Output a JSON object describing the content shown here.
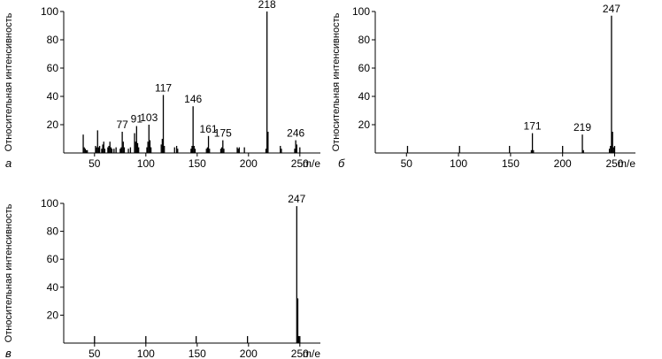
{
  "chart_data": [
    {
      "type": "bar",
      "panel_letter": "a",
      "xlabel": "m/e",
      "ylabel": "Относительная интенсивность",
      "xlim": [
        20,
        270
      ],
      "ylim": [
        0,
        100
      ],
      "xticks": [
        50,
        100,
        150,
        200,
        250
      ],
      "yticks": [
        20,
        40,
        60,
        80,
        100
      ],
      "peaks": [
        {
          "x": 39,
          "y": 13
        },
        {
          "x": 40,
          "y": 4
        },
        {
          "x": 41,
          "y": 3
        },
        {
          "x": 42,
          "y": 2
        },
        {
          "x": 43,
          "y": 2
        },
        {
          "x": 51,
          "y": 5
        },
        {
          "x": 52,
          "y": 4
        },
        {
          "x": 53,
          "y": 16
        },
        {
          "x": 54,
          "y": 4
        },
        {
          "x": 55,
          "y": 5
        },
        {
          "x": 57,
          "y": 3
        },
        {
          "x": 58,
          "y": 6
        },
        {
          "x": 59,
          "y": 8
        },
        {
          "x": 60,
          "y": 3
        },
        {
          "x": 63,
          "y": 4
        },
        {
          "x": 64,
          "y": 5
        },
        {
          "x": 65,
          "y": 8
        },
        {
          "x": 66,
          "y": 4
        },
        {
          "x": 67,
          "y": 3
        },
        {
          "x": 69,
          "y": 3
        },
        {
          "x": 71,
          "y": 4
        },
        {
          "x": 75,
          "y": 3
        },
        {
          "x": 76,
          "y": 4
        },
        {
          "x": 77,
          "y": 15
        },
        {
          "x": 78,
          "y": 8
        },
        {
          "x": 79,
          "y": 4
        },
        {
          "x": 83,
          "y": 3
        },
        {
          "x": 85,
          "y": 4
        },
        {
          "x": 89,
          "y": 14
        },
        {
          "x": 90,
          "y": 8
        },
        {
          "x": 91,
          "y": 19
        },
        {
          "x": 92,
          "y": 7
        },
        {
          "x": 93,
          "y": 4
        },
        {
          "x": 101,
          "y": 4
        },
        {
          "x": 102,
          "y": 8
        },
        {
          "x": 103,
          "y": 20
        },
        {
          "x": 104,
          "y": 9
        },
        {
          "x": 105,
          "y": 4
        },
        {
          "x": 115,
          "y": 6
        },
        {
          "x": 116,
          "y": 10
        },
        {
          "x": 117,
          "y": 41
        },
        {
          "x": 118,
          "y": 5
        },
        {
          "x": 128,
          "y": 4
        },
        {
          "x": 130,
          "y": 5
        },
        {
          "x": 131,
          "y": 3
        },
        {
          "x": 144,
          "y": 3
        },
        {
          "x": 145,
          "y": 5
        },
        {
          "x": 146,
          "y": 33
        },
        {
          "x": 147,
          "y": 5
        },
        {
          "x": 148,
          "y": 3
        },
        {
          "x": 159,
          "y": 3
        },
        {
          "x": 160,
          "y": 4
        },
        {
          "x": 161,
          "y": 12
        },
        {
          "x": 162,
          "y": 3
        },
        {
          "x": 173,
          "y": 3
        },
        {
          "x": 174,
          "y": 4
        },
        {
          "x": 175,
          "y": 9
        },
        {
          "x": 176,
          "y": 3
        },
        {
          "x": 189,
          "y": 4
        },
        {
          "x": 190,
          "y": 3
        },
        {
          "x": 191,
          "y": 4
        },
        {
          "x": 196,
          "y": 4
        },
        {
          "x": 217,
          "y": 3
        },
        {
          "x": 218,
          "y": 100
        },
        {
          "x": 219,
          "y": 15
        },
        {
          "x": 231,
          "y": 5
        },
        {
          "x": 232,
          "y": 3
        },
        {
          "x": 245,
          "y": 3
        },
        {
          "x": 246,
          "y": 9
        },
        {
          "x": 247,
          "y": 6
        },
        {
          "x": 250,
          "y": 4
        }
      ],
      "peak_labels": [
        {
          "x": 77,
          "y": 15,
          "text": "77"
        },
        {
          "x": 91,
          "y": 19,
          "text": "91"
        },
        {
          "x": 103,
          "y": 20,
          "text": "103"
        },
        {
          "x": 117,
          "y": 41,
          "text": "117"
        },
        {
          "x": 146,
          "y": 33,
          "text": "146"
        },
        {
          "x": 161,
          "y": 12,
          "text": "161"
        },
        {
          "x": 175,
          "y": 9,
          "text": "175"
        },
        {
          "x": 218,
          "y": 100,
          "text": "218"
        },
        {
          "x": 246,
          "y": 9,
          "text": "246"
        }
      ]
    },
    {
      "type": "bar",
      "panel_letter": "б",
      "xlabel": "m/e",
      "ylabel": "Относительная интенсивность",
      "xlim": [
        20,
        270
      ],
      "ylim": [
        0,
        100
      ],
      "xticks": [
        50,
        100,
        150,
        200,
        250
      ],
      "yticks": [
        20,
        40,
        60,
        80,
        100
      ],
      "peaks": [
        {
          "x": 51,
          "y": 5
        },
        {
          "x": 101,
          "y": 5
        },
        {
          "x": 149,
          "y": 5
        },
        {
          "x": 170,
          "y": 2
        },
        {
          "x": 171,
          "y": 14
        },
        {
          "x": 172,
          "y": 2
        },
        {
          "x": 200,
          "y": 5
        },
        {
          "x": 219,
          "y": 13
        },
        {
          "x": 220,
          "y": 2
        },
        {
          "x": 245,
          "y": 3
        },
        {
          "x": 246,
          "y": 5
        },
        {
          "x": 247,
          "y": 97
        },
        {
          "x": 248,
          "y": 15
        },
        {
          "x": 249,
          "y": 4
        },
        {
          "x": 250,
          "y": 5
        }
      ],
      "peak_labels": [
        {
          "x": 171,
          "y": 14,
          "text": "171"
        },
        {
          "x": 219,
          "y": 13,
          "text": "219"
        },
        {
          "x": 247,
          "y": 97,
          "text": "247"
        }
      ]
    },
    {
      "type": "bar",
      "panel_letter": "в",
      "xlabel": "m/e",
      "ylabel": "Относительная интенсивность",
      "xlim": [
        20,
        270
      ],
      "ylim": [
        0,
        100
      ],
      "xticks": [
        50,
        100,
        150,
        200,
        250
      ],
      "yticks": [
        20,
        40,
        60,
        80,
        100
      ],
      "peaks": [
        {
          "x": 50,
          "y": 5
        },
        {
          "x": 100,
          "y": 5
        },
        {
          "x": 149,
          "y": 5
        },
        {
          "x": 199,
          "y": 5
        },
        {
          "x": 247,
          "y": 98
        },
        {
          "x": 248,
          "y": 32
        },
        {
          "x": 249,
          "y": 5
        },
        {
          "x": 250,
          "y": 5
        }
      ],
      "peak_labels": [
        {
          "x": 247,
          "y": 98,
          "text": "247"
        }
      ]
    }
  ]
}
